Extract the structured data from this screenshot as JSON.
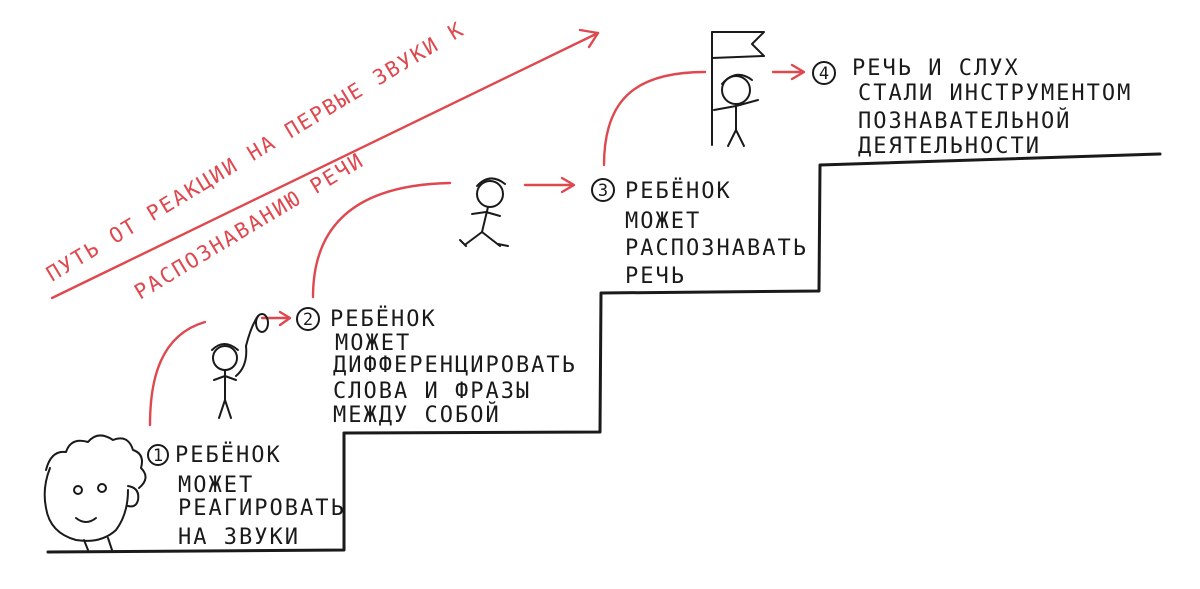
{
  "path_title": {
    "line1": "ПУТЬ ОТ РЕАКЦИИ НА ПЕРВЫЕ ЗВУКИ К",
    "line2": "РАСПОЗНАВАНИЮ РЕЧИ"
  },
  "steps": [
    {
      "number": "1",
      "lines": [
        "РЕБЁНОК",
        "МОЖЕТ",
        "РЕАГИРОВАТЬ",
        "НА ЗВУКИ"
      ]
    },
    {
      "number": "2",
      "lines": [
        "РЕБЁНОК",
        "МОЖЕТ",
        "ДИФФЕРЕНЦИРОВАТЬ",
        "СЛОВА И ФРАЗЫ",
        "МЕЖДУ СОБОЙ"
      ]
    },
    {
      "number": "3",
      "lines": [
        "РЕБЁНОК",
        "МОЖЕТ",
        "РАСПОЗНАВАТЬ",
        "РЕЧЬ"
      ]
    },
    {
      "number": "4",
      "lines": [
        "РЕЧЬ И СЛУХ",
        "СТАЛИ ИНСТРУМЕНТОМ",
        "ПОЗНАВАТЕЛЬНОЙ",
        "ДЕЯТЕЛЬНОСТИ"
      ]
    }
  ],
  "colors": {
    "ink": "#1a1a1a",
    "accent": "#e0484f",
    "background": "#ffffff"
  },
  "icons": [
    "baby-face-icon",
    "child-with-balloon-icon",
    "running-child-icon",
    "child-with-flag-icon"
  ]
}
